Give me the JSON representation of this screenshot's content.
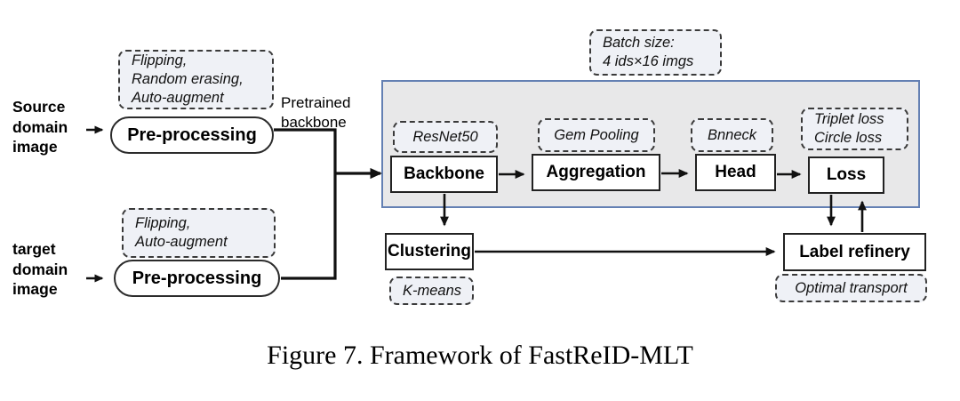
{
  "figure": {
    "caption": "Figure 7. Framework of FastReID-MLT"
  },
  "inputs": {
    "source": {
      "label": "Source\ndomain\nimage",
      "preprocess_label": "Pre-processing",
      "augment_note": "Flipping,\nRandom erasing,\nAuto-augment"
    },
    "target": {
      "label": "target\ndomain\nimage",
      "preprocess_label": "Pre-processing",
      "augment_note": "Flipping,\nAuto-augment"
    }
  },
  "pretrained_note": "Pretrained\nbackbone",
  "batch_note": "Batch size:\n4 ids×16 imgs",
  "pipeline": {
    "backbone": {
      "label": "Backbone",
      "note": "ResNet50"
    },
    "aggregation": {
      "label": "Aggregation",
      "note": "Gem Pooling"
    },
    "head": {
      "label": "Head",
      "note": "Bnneck"
    },
    "loss": {
      "label": "Loss",
      "note": "Triplet loss\nCircle loss"
    }
  },
  "clustering": {
    "label": "Clustering",
    "note": "K-means"
  },
  "label_refinery": {
    "label": "Label refinery",
    "note": "Optimal transport"
  },
  "colors": {
    "panel_fill": "#e8e8e9",
    "panel_border": "#6480b3",
    "note_fill": "#eff1f6",
    "line": "#111111"
  }
}
